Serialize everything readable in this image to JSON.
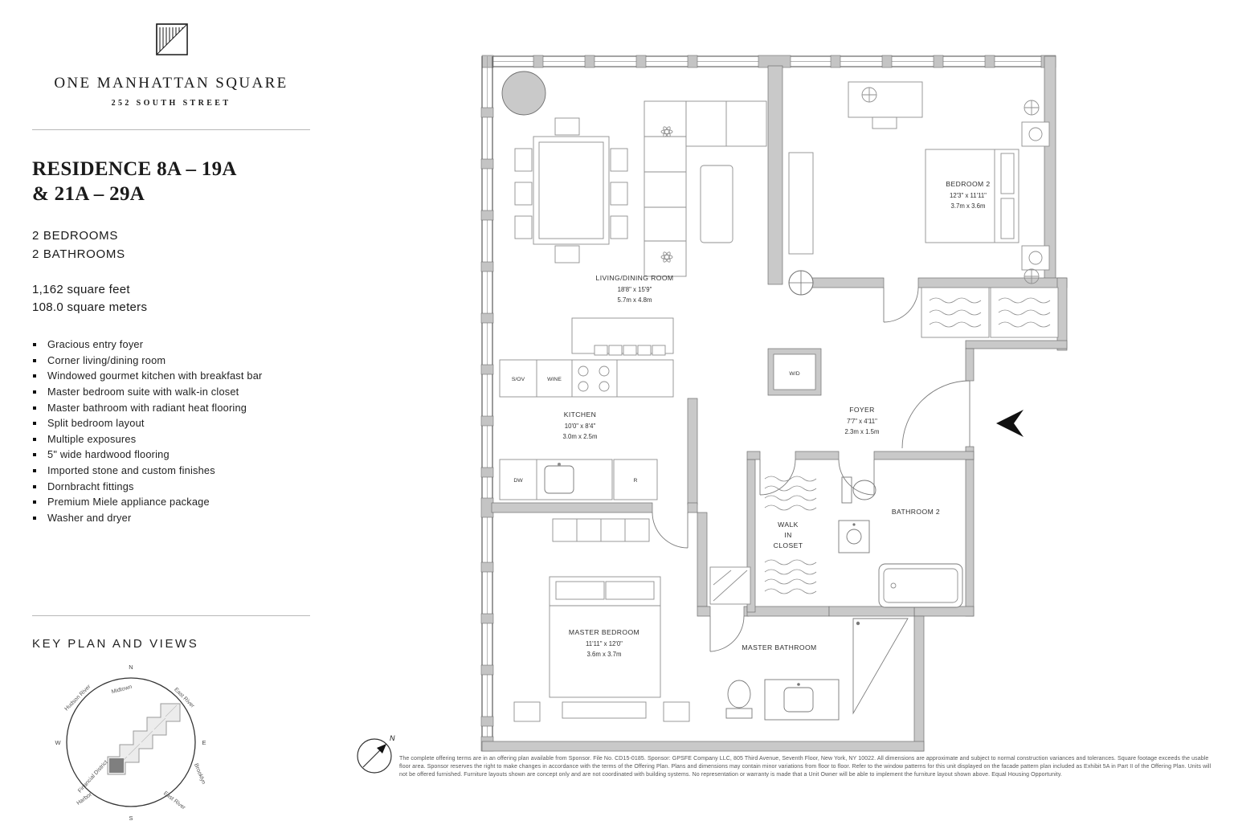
{
  "brand": {
    "name": "ONE MANHATTAN SQUARE",
    "address": "252 SOUTH STREET"
  },
  "residence": {
    "title_line1": "RESIDENCE 8A – 19A",
    "title_line2": "& 21A – 29A",
    "bedrooms": "2 BEDROOMS",
    "bathrooms": "2 BATHROOMS",
    "area_sqft": "1,162 square feet",
    "area_sqm": "108.0 square meters"
  },
  "features": [
    "Gracious entry foyer",
    "Corner living/dining room",
    "Windowed gourmet kitchen with breakfast bar",
    "Master bedroom suite with walk-in closet",
    "Master bathroom with radiant heat flooring",
    "Split bedroom layout",
    "Multiple exposures",
    "5\" wide hardwood flooring",
    "Imported stone and custom finishes",
    "Dornbracht fittings",
    "Premium Miele appliance package",
    "Washer and dryer"
  ],
  "keyplan": {
    "heading": "KEY PLAN AND VIEWS",
    "compass": {
      "n": "N",
      "s": "S",
      "e": "E",
      "w": "W"
    },
    "labels": {
      "hudson_river": "Hudson River",
      "midtown": "Midtown",
      "east_river_top": "East River",
      "brooklyn": "Brooklyn",
      "financial_district": "Financial District",
      "harbor": "Harbor",
      "east_river_bottom": "East River"
    }
  },
  "plan": {
    "rooms": {
      "living": {
        "name": "LIVING/DINING ROOM",
        "dim_ft": "18'8\" x 15'9\"",
        "dim_m": "5.7m x 4.8m"
      },
      "kitchen": {
        "name": "KITCHEN",
        "dim_ft": "10'0\" x 8'4\"",
        "dim_m": "3.0m x 2.5m"
      },
      "foyer": {
        "name": "FOYER",
        "dim_ft": "7'7\" x 4'11\"",
        "dim_m": "2.3m x 1.5m"
      },
      "bedroom2": {
        "name": "BEDROOM 2",
        "dim_ft": "12'3\" x 11'11\"",
        "dim_m": "3.7m x 3.6m"
      },
      "master_bedroom": {
        "name": "MASTER BEDROOM",
        "dim_ft": "11'11\" x 12'0\"",
        "dim_m": "3.6m x 3.7m"
      },
      "master_bathroom": {
        "name": "MASTER BATHROOM"
      },
      "bathroom2": {
        "name": "BATHROOM 2"
      },
      "walk_in_closet": {
        "line1": "WALK",
        "line2": "IN",
        "line3": "CLOSET"
      }
    },
    "labels": {
      "wd": "W/D",
      "sov": "S/OV",
      "wine": "WINE",
      "dw": "DW",
      "r": "R",
      "north": "N"
    }
  },
  "colors": {
    "wall_gray": "#c9c9c9",
    "line_dark": "#3c3c3c",
    "text": "#1a1a1a"
  },
  "disclaimer": "The complete offering terms are in an offering plan available from Sponsor. File No. CD15-0185. Sponsor: GPSFE Company LLC, 805 Third Avenue, Seventh Floor, New York, NY 10022. All dimensions are approximate and subject to normal construction variances and tolerances. Square footage exceeds the usable floor area. Sponsor reserves the right to make changes in accordance with the terms of the Offering Plan. Plans and dimensions may contain minor variations from floor to floor. Refer to the window patterns for this unit displayed on the facade pattern plan included as Exhibit 5A in Part II of the Offering Plan. Units will not be offered furnished. Furniture layouts shown are concept only and are not coordinated with building systems. No representation or warranty is made that a Unit Owner will be able to implement the furniture layout shown above. Equal Housing Opportunity."
}
